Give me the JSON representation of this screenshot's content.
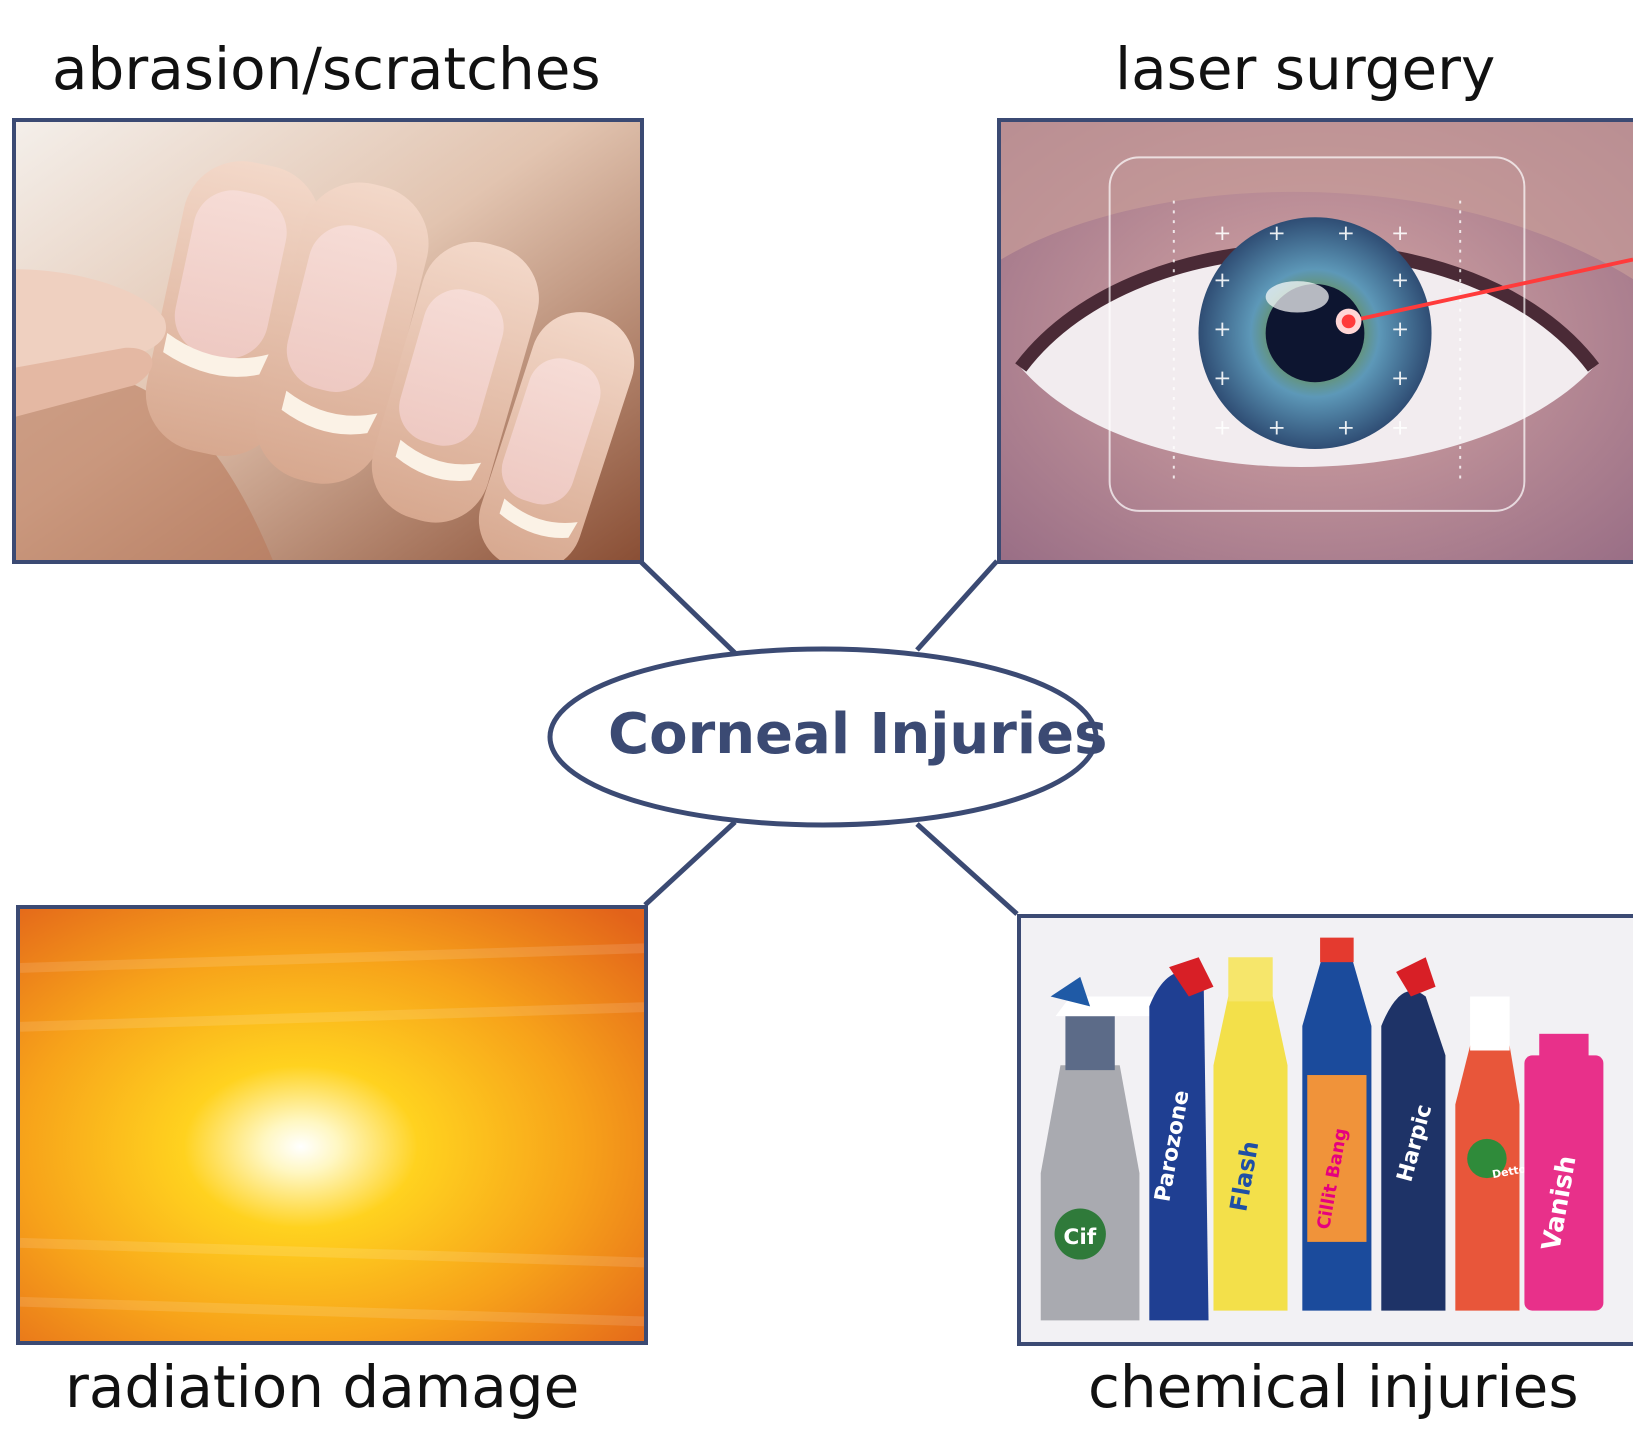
{
  "center": {
    "label": "Corneal Injuries"
  },
  "panels": {
    "top_left": {
      "label": "abrasion/scratches"
    },
    "top_right": {
      "label": "laser surgery"
    },
    "bottom_left": {
      "label": "radiation damage"
    },
    "bottom_right": {
      "label": "chemical injuries"
    }
  },
  "product_labels": [
    "Cif",
    "Parozone",
    "Flash",
    "Cillit Bang",
    "Harpic",
    "Dettol",
    "Vanish"
  ],
  "colors": {
    "line": "#3b4a73",
    "center_text": "#3b4a73",
    "laser": "#ff3b3b"
  }
}
